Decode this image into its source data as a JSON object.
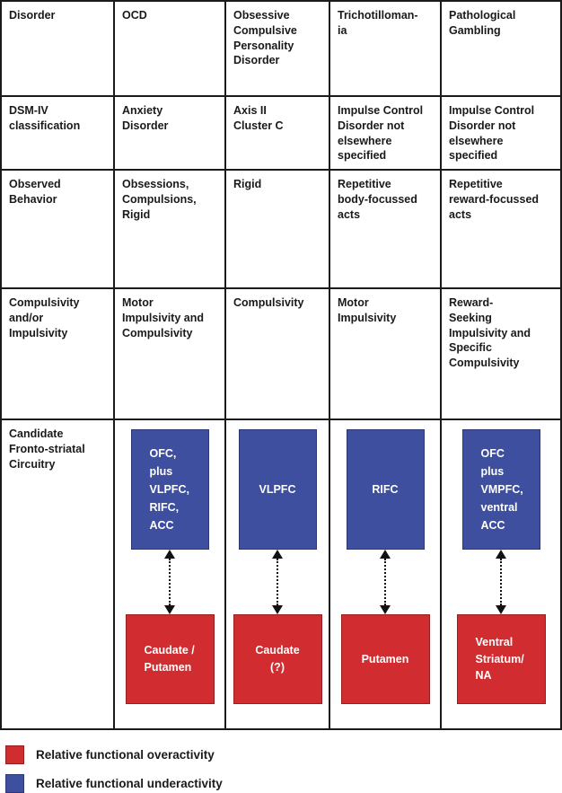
{
  "colors": {
    "overactivity_red": "#D12C30",
    "underactivity_blue": "#3F4F9F",
    "line_black": "#1a1a1a"
  },
  "table": {
    "rows": [
      {
        "header": "Disorder",
        "cells": [
          "OCD",
          "Obsessive\nCompulsive\nPersonality\nDisorder",
          "Trichotilloman-\nia",
          "Pathological\nGambling"
        ]
      },
      {
        "header": "DSM-IV\nclassification",
        "cells": [
          "Anxiety\nDisorder",
          "Axis II\nCluster C",
          "Impulse Control\nDisorder not\nelsewhere\nspecified",
          "Impulse Control\nDisorder not\nelsewhere\nspecified"
        ]
      },
      {
        "header": "Observed\nBehavior",
        "cells": [
          "Obsessions,\nCompulsions,\nRigid",
          "Rigid",
          "Repetitive\nbody-focussed\nacts",
          "Repetitive\nreward-focussed\nacts"
        ]
      },
      {
        "header": "Compulsivity\nand/or\nImpulsivity",
        "cells": [
          "Motor\nImpulsivity and\nCompulsivity",
          "Compulsivity",
          "Motor\nImpulsivity",
          "Reward-\nSeeking\nImpulsivity and\nSpecific\nCompulsivity"
        ]
      }
    ]
  },
  "circuitry": {
    "header": "Candidate\nFronto-striatal\nCircuitry",
    "columns": [
      {
        "underactive": "OFC,\nplus\nVLPFC,\nRIFC,\nACC",
        "overactive": "Caudate /\nPutamen"
      },
      {
        "underactive": "VLPFC",
        "overactive": "Caudate\n(?)"
      },
      {
        "underactive": "RIFC",
        "overactive": "Putamen"
      },
      {
        "underactive": "OFC\nplus\nVMPFC,\nventral\nACC",
        "overactive": "Ventral\nStriatum/\nNA"
      }
    ]
  },
  "legend": {
    "overactivity": "Relative functional overactivity",
    "underactivity": "Relative functional underactivity"
  }
}
